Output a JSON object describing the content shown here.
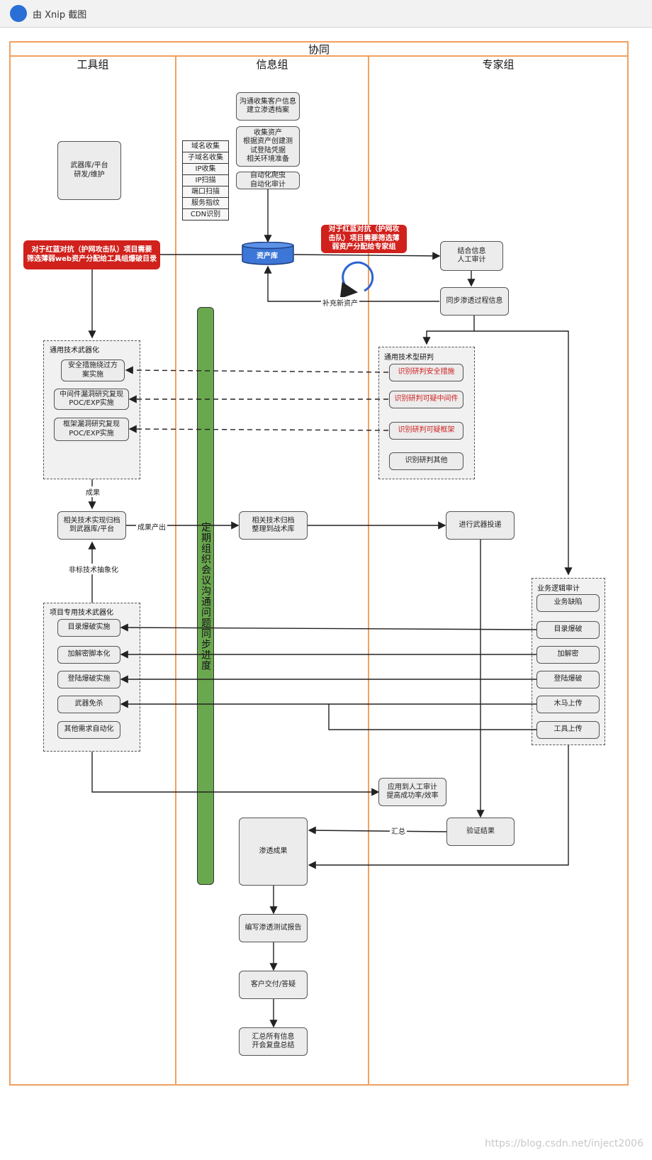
{
  "window": {
    "title": "由 Xnip 截图"
  },
  "diagram": {
    "title": "协同",
    "lanes": [
      "工具组",
      "信息组",
      "专家组"
    ],
    "tool": {
      "weapon_platform": "武器库/平台\n研发/维护",
      "red_note": "对于红蓝对抗（护网攻击队）项目需要\n筛选薄弱web资产分配给工具组爆破目录",
      "general_group": "通用技术武器化",
      "general_items": [
        "安全措施绕过方\n案实施",
        "中间件漏洞研究复现\nPOC/EXP实施",
        "框架漏洞研究复现\nPOC/EXP实施"
      ],
      "archive": "相关技术实现归档\n到武器库/平台",
      "project_group": "项目专用技术武器化",
      "project_items": [
        "目录爆破实施",
        "加解密脚本化",
        "登陆爆破实施",
        "武器免杀",
        "其他需求自动化"
      ]
    },
    "info": {
      "top_boxes": [
        "沟通收集客户信息\n建立渗透档案",
        "收集资产\n根据资产创建测\n试登陆凭据\n相关环境准备",
        "自动化爬虫\n自动化审计"
      ],
      "collect_list": [
        "域名收集",
        "子域名收集",
        "IP收集",
        "IP扫描",
        "端口扫描",
        "服务指纹",
        "CDN识别"
      ],
      "asset_db": "资产库",
      "meeting": "定期组织会议沟通问题同步进度",
      "tactic_archive": "相关技术归档\n整理到战术库",
      "pentest_result": "渗透成果",
      "flow": [
        "编写渗透测试报告",
        "客户交付/答疑",
        "汇总所有信息\n开会复盘总结"
      ]
    },
    "expert": {
      "red_note": "对于红蓝对抗（护网攻\n击队）项目需要筛选薄\n弱资产分配给专家组",
      "manual_audit": "结合信息\n人工审计",
      "sync": "同步渗透过程信息",
      "research_group": "通用技术型研判",
      "research_items": [
        "识别研判安全措施",
        "识别研判可疑中间件",
        "识别研判可疑框架",
        "识别研判其他"
      ],
      "weapon_deploy": "进行武器投递",
      "logic_group": "业务逻辑审计",
      "logic_items": [
        "业务缺陷",
        "目录爆破",
        "加解密",
        "登陆爆破",
        "木马上传",
        "工具上传"
      ],
      "apply": "应用到人工审计\n提高成功率/效率",
      "verify": "验证结果"
    },
    "labels": {
      "add_asset": "补充新资产",
      "result": "成果",
      "result_output": "成果产出",
      "non_standard": "非标技术抽象化",
      "summary": "汇总"
    }
  },
  "watermark": "https://blog.csdn.net/inject2006"
}
